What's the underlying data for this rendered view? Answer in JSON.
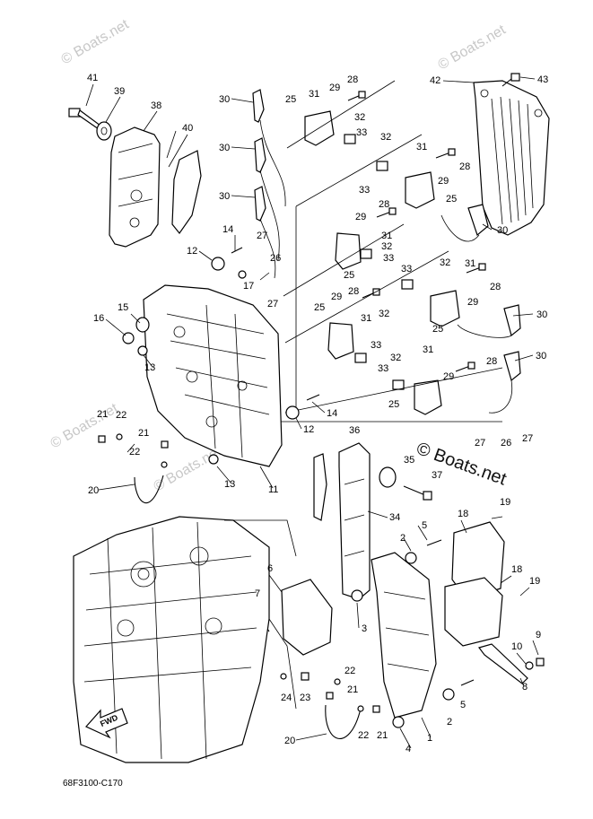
{
  "watermark": {
    "main": "© Boats.net",
    "faint": "© Boats.net"
  },
  "diagram_code": "68F3100-C170",
  "direction_label": "FWD",
  "callouts": {
    "c1": "1",
    "c2": "2",
    "c3": "3",
    "c4": "4",
    "c5": "5",
    "c6": "6",
    "c7": "7",
    "c8": "8",
    "c9": "9",
    "c10": "10",
    "c11": "11",
    "c12": "12",
    "c13": "13",
    "c14": "14",
    "c15": "15",
    "c16": "16",
    "c17": "17",
    "c18": "18",
    "c19": "19",
    "c20": "20",
    "c21": "21",
    "c22": "22",
    "c23": "23",
    "c24": "24",
    "c25": "25",
    "c26": "26",
    "c27": "27",
    "c28": "28",
    "c29": "29",
    "c30": "30",
    "c31": "31",
    "c32": "32",
    "c33": "33",
    "c34": "34",
    "c35": "35",
    "c36": "36",
    "c37": "37",
    "c38": "38",
    "c39": "39",
    "c40": "40",
    "c41": "41",
    "c42": "42",
    "c43": "43"
  }
}
